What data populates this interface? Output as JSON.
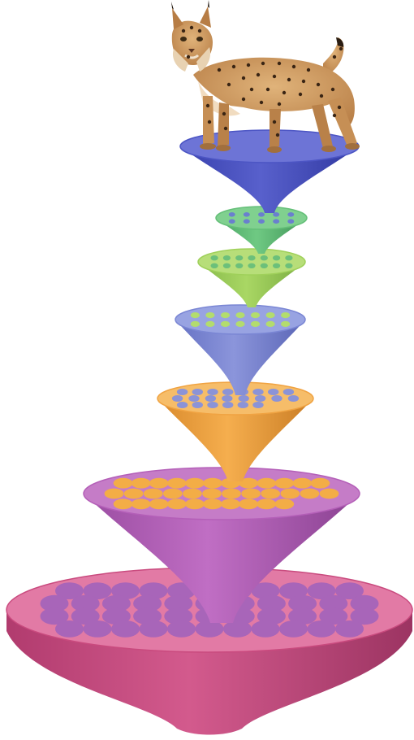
{
  "diagram": {
    "kind": "stacked funnel / pyramid of cones",
    "apex": {
      "icon": "lynx-icon",
      "description_shown": false
    },
    "tiers": [
      {
        "name": "tier-1",
        "body": "#4c55c4",
        "top": "#6d74d6",
        "spot": null,
        "spots": 0
      },
      {
        "name": "tier-2",
        "body": "#64bf78",
        "top": "#80d08f",
        "spot": "#6a7fcf",
        "spots": 10
      },
      {
        "name": "tier-3",
        "body": "#9fd05a",
        "top": "#b7de79",
        "spot": "#6cc07a",
        "spots": 14
      },
      {
        "name": "tier-4",
        "body": "#7a86d4",
        "top": "#98a3e2",
        "spot": "#b3dc6e",
        "spots": 14
      },
      {
        "name": "tier-5",
        "body": "#f0a342",
        "top": "#f6bd69",
        "spot": "#8b93d7",
        "spots": 22
      },
      {
        "name": "tier-6",
        "body": "#b45fb8",
        "top": "#c57cc7",
        "spot": "#f3ad46",
        "spots": 34
      },
      {
        "name": "tier-7",
        "body": "#c94a7e",
        "top": "#e27aa5",
        "spot": "#a865b9",
        "spots": 44
      }
    ]
  }
}
